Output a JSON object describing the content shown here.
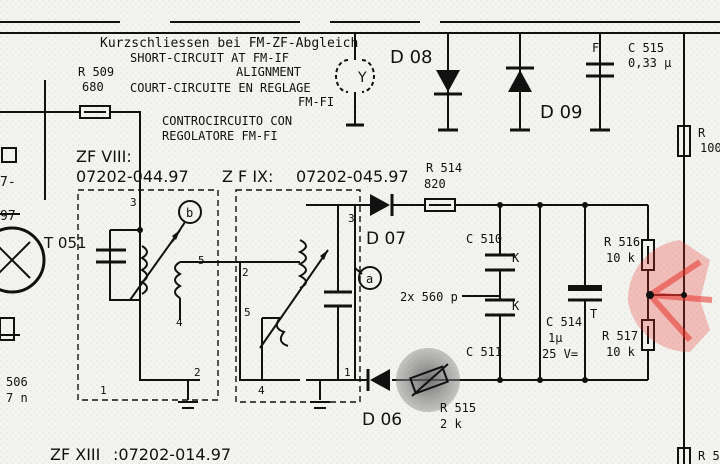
{
  "note": {
    "de": "Kurzschliessen bei FM-ZF-Abgleich",
    "en1": "SHORT-CIRCUIT AT FM-IF",
    "en2": "ALIGNMENT",
    "fr1": "COURT-CIRCUITE EN REGLAGE",
    "fr2": "FM-FI",
    "it1": "CONTROCIRCUITO CON",
    "it2": "REGOLATORE FM-FI"
  },
  "components": {
    "r509": {
      "ref": "R 509",
      "value": "680"
    },
    "zf8": {
      "ref": "ZF VIII:",
      "code": "07202-044.97"
    },
    "zf9": {
      "ref": "Z F IX:",
      "code": "07202-045.97"
    },
    "zf13": {
      "ref": "ZF XIII",
      "code": ":07202-014.97"
    },
    "t051": "T 051",
    "d08": "D 08",
    "d09": "D 09",
    "d07": "D 07",
    "d06": "D 06",
    "c515": {
      "ref": "C 515",
      "value": "0,33 μ"
    },
    "r514": {
      "ref": "R 514",
      "value": "820"
    },
    "c510": "C 510",
    "c511": "C 511",
    "c510_511_value": "2x 560 p",
    "k_a": "K",
    "k_b": "K",
    "c514": {
      "ref": "C 514",
      "value": "1μ",
      "voltage": "25 V="
    },
    "t_mark": "T",
    "r515": {
      "ref": "R 515",
      "value": "2 k"
    },
    "r516": {
      "ref": "R 516",
      "value": "10 k"
    },
    "r517": {
      "ref": "R 517",
      "value": "10 k"
    },
    "r_top": {
      "ref": "R",
      "value": "100"
    },
    "r_bottom": "R 5",
    "c_left": {
      "ref": "506",
      "value": "7 n"
    },
    "f_mark": "F",
    "y_mark": "Y",
    "circle_b": "b",
    "circle_a": "a",
    "left_frag1": "7-",
    "left_frag2": "97"
  },
  "pins": {
    "p3a": "3",
    "p1a": "1",
    "p5a": "5",
    "p4a": "4",
    "p2a": "2",
    "p2b": "2",
    "p5b": "5",
    "p4b": "4",
    "p3b": "3",
    "p1b": "1"
  },
  "marks": {
    "red": "#e8322a",
    "grey": "#6e6e6e"
  }
}
